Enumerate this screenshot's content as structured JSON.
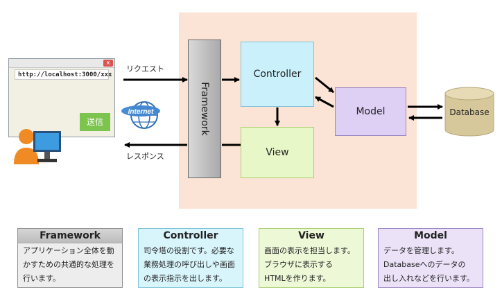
{
  "browser": {
    "close_glyph": "x",
    "url": "http://localhost:3000/xxx",
    "send_button": "送信"
  },
  "flow": {
    "request_label": "リクエスト",
    "response_label": "レスポンス",
    "internet_label": "Internet"
  },
  "components": {
    "framework": "Framework",
    "controller": "Controller",
    "view": "View",
    "model": "Model",
    "database": "Database"
  },
  "legend": [
    {
      "title": "Framework",
      "lines": [
        "アプリケーション全体を動",
        "かすための共通的な処理を",
        "行います。"
      ]
    },
    {
      "title": "Controller",
      "lines": [
        "司令塔の役割です。必要な",
        "業務処理の呼び出しや画面",
        "の表示指示を出します。"
      ]
    },
    {
      "title": "View",
      "lines": [
        "画面の表示を担当します。",
        "ブラウザに表示する",
        "HTMLを作ります。"
      ]
    },
    {
      "title": "Model",
      "lines": [
        "データを管理します。",
        "Databaseへのデータの",
        "出し入れなどを行います。"
      ]
    }
  ],
  "colors": {
    "region": "#fbe3d5",
    "controller": "#c9f0fb",
    "view": "#e8f7c8",
    "model": "#ded0f5",
    "database": "#d6c89a",
    "send_button": "#7cc44d"
  }
}
